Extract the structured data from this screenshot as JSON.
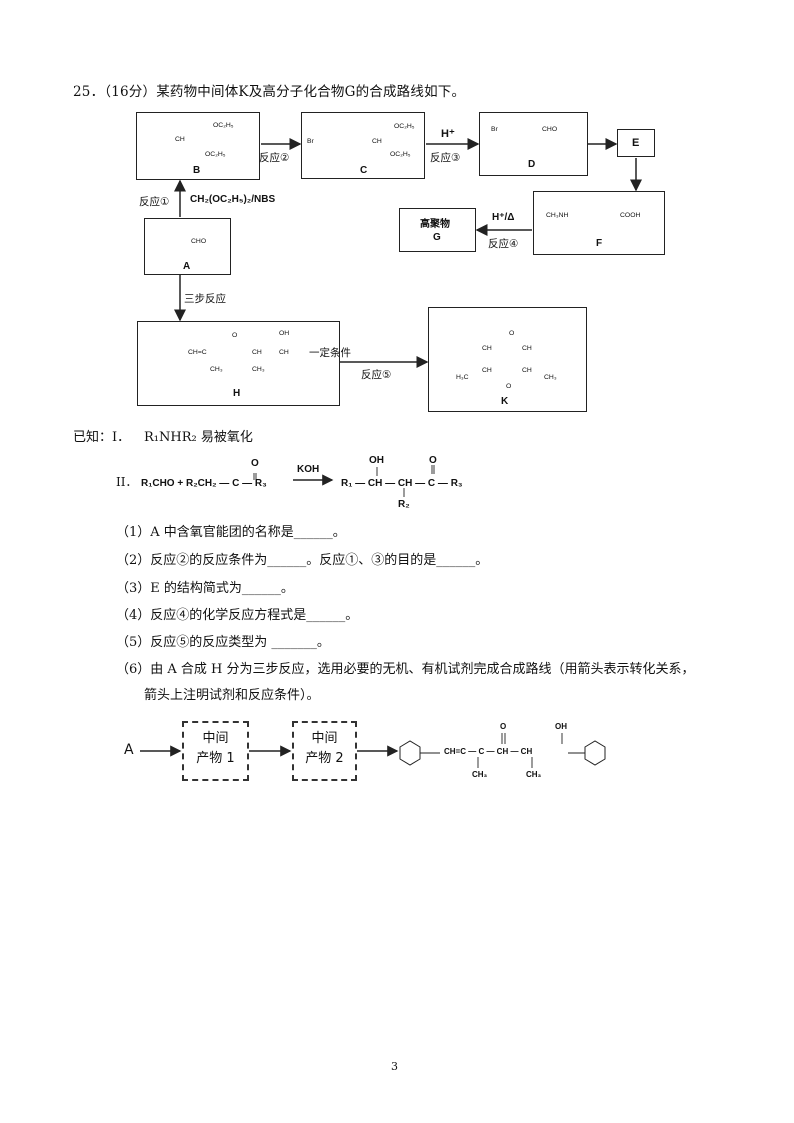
{
  "question": {
    "title": "25．（16分）某药物中间体K及高分子化合物G的合成路线如下。"
  },
  "scheme": {
    "B": {
      "label": "B",
      "subs": [
        "OC₂H₅",
        "OC₂H₅"
      ],
      "ch": "CH"
    },
    "C": {
      "label": "C",
      "br": "Br",
      "subs": [
        "OC₂H₅",
        "OC₂H₅"
      ],
      "ch": "CH"
    },
    "D": {
      "label": "D",
      "br": "Br",
      "cho": "CHO"
    },
    "E": {
      "label": "E"
    },
    "F": {
      "label": "F",
      "left": "CH₃NH",
      "right": "COOH"
    },
    "G": {
      "label": "G",
      "name": "高聚物"
    },
    "A": {
      "label": "A",
      "cho": "CHO"
    },
    "H": {
      "label": "H",
      "chain": "CH=C",
      "o": "O",
      "oh": "OH",
      "ch": "CH",
      "choh": "CH",
      "me1": "CH₃",
      "me2": "CH₃"
    },
    "K": {
      "label": "K",
      "ch1": "CH",
      "o": "O",
      "ch2": "CH",
      "h3c": "H₃C",
      "ch3": "CH",
      "ch4": "CH",
      "me": "CH₃",
      "o2": "O"
    },
    "arrows": {
      "r2": "反应②",
      "r3_top": "H⁺",
      "r3": "反应③",
      "r1": "反应①",
      "r1_reagent": "CH₂(OC₂H₅)₂/NBS",
      "r4_top": "H⁺/Δ",
      "r4": "反应④",
      "three_step": "三步反应",
      "r5_top": "一定条件",
      "r5": "反应⑤"
    }
  },
  "known": {
    "label": "已知：I．",
    "i": "R₁NHR₂ 易被氧化",
    "ii_prefix": "II．",
    "ii_lhs": "R₁CHO + R₂CH₂ — C — R₃",
    "ii_o": "O",
    "ii_reagent": "KOH",
    "ii_rhs": "R₁ — CH — CH — C — R₃",
    "ii_oh": "OH",
    "ii_o2": "O",
    "ii_r2": "R₂"
  },
  "questions": [
    "（1）A 中含氧官能团的名称是______。",
    "（2）反应②的反应条件为______。反应①、③的目的是______。",
    "（3）E 的结构简式为______。",
    "（4）反应④的化学反应方程式是______。",
    "（5）反应⑤的反应类型为  _______。",
    "（6）由 A 合成 H 分为三步反应，选用必要的无机、有机试剂完成合成路线（用箭头表示转化关系，",
    "箭头上注明试剂和反应条件）。"
  ],
  "route": {
    "start": "A",
    "box1": [
      "中间",
      "产物 1"
    ],
    "box2": [
      "中间",
      "产物 2"
    ],
    "chain": "CH=C — C — CH — CH",
    "o": "O",
    "oh": "OH",
    "me1": "CH₃",
    "me2": "CH₃"
  },
  "page_number": "3"
}
